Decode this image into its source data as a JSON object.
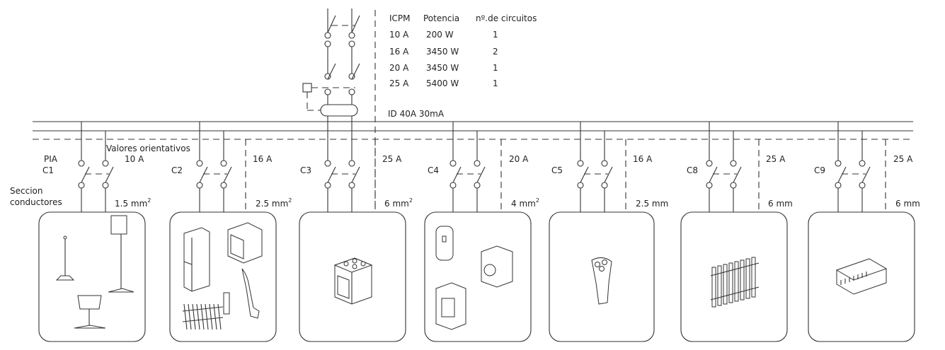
{
  "table": {
    "headers": [
      "ICPM",
      "Potencia",
      "nº.de circuitos"
    ],
    "rows": [
      [
        "10 A",
        "200 W",
        "1"
      ],
      [
        "16 A",
        "3450 W",
        "2"
      ],
      [
        "20 A",
        "3450 W",
        "1"
      ],
      [
        "25 A",
        "5400 W",
        "1"
      ]
    ]
  },
  "id_label": "ID  40A  30mA",
  "pia_label": "PIA",
  "valores_label": "Valores orientativos",
  "seccion_label_1": "Seccion",
  "seccion_label_2": "conductores",
  "circuits": [
    {
      "name": "C1",
      "current": "10 A",
      "section": "1.5 mm",
      "sup": "2",
      "icon": "lamps-icon"
    },
    {
      "name": "C2",
      "current": "16 A",
      "section": "2.5 mm",
      "sup": "2",
      "icon": "appliances-icon"
    },
    {
      "name": "C3",
      "current": "25 A",
      "section": "6 mm",
      "sup": "2",
      "icon": "oven-icon"
    },
    {
      "name": "C4",
      "current": "20 A",
      "section": "4 mm",
      "sup": "2",
      "icon": "washer-heater-icon"
    },
    {
      "name": "C5",
      "current": "16 A",
      "section": "2.5 mm",
      "sup": "",
      "icon": "shaver-icon"
    },
    {
      "name": "C8",
      "current": "25 A",
      "section": "6 mm",
      "sup": "",
      "icon": "radiator-icon"
    },
    {
      "name": "C9",
      "current": "25 A",
      "section": "6 mm",
      "sup": "",
      "icon": "air-conditioner-icon"
    }
  ]
}
